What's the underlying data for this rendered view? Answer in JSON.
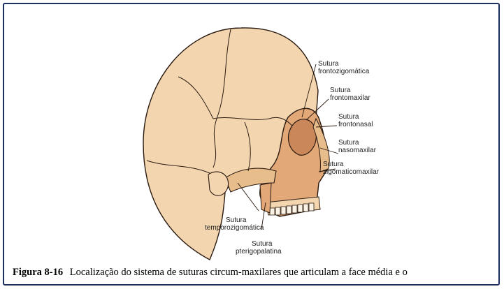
{
  "diagram": {
    "labels": {
      "frontozigomatica": [
        "Sutura",
        "frontozigomática"
      ],
      "frontomaxilar": [
        "Sutura",
        "frontomaxilar"
      ],
      "frontonasal": [
        "Sutura",
        "frontonasal"
      ],
      "nasomaxilar": [
        "Sutura",
        "nasomaxilar"
      ],
      "zigomaticomaxilar": [
        "Sutura",
        "zigomaticomaxilar"
      ],
      "temporozigomatica": [
        "Sutura",
        "temporozigomática"
      ],
      "pterigopalatina": [
        "Sutura",
        "pterigopalatina"
      ]
    },
    "colors": {
      "bone": "#f3d6b0",
      "bone_shadow": "#e7bd8c",
      "facial_tint": "#e3a878",
      "outline": "#2a1a10",
      "frame": "#1c2f5e"
    }
  },
  "caption": {
    "figure_number": "Figura 8-16",
    "text": "Localização do sistema de suturas circum-maxilares que articulam a face média e o"
  }
}
